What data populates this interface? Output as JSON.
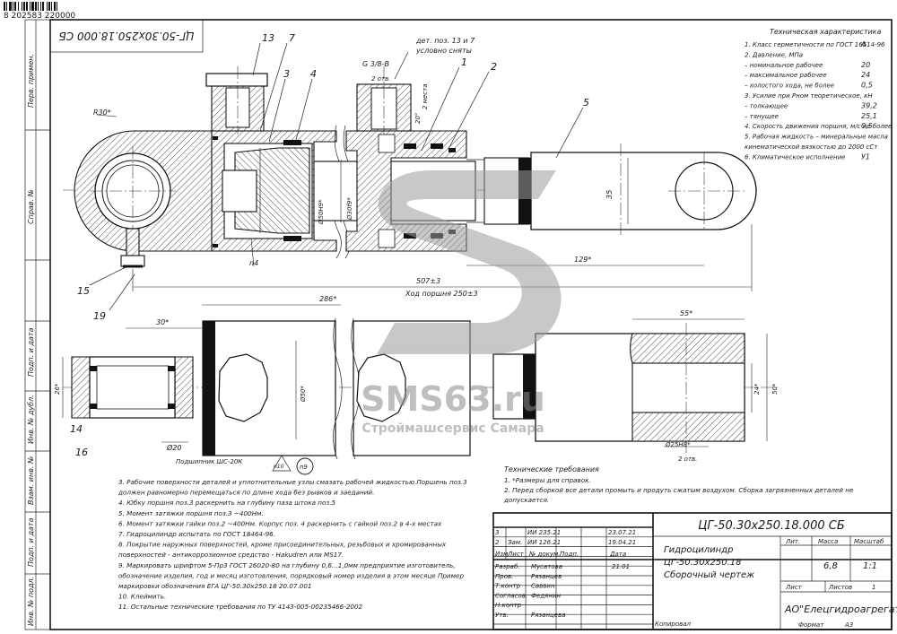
{
  "barcode_number": "8 202583 220000",
  "rotated_designation": "ЦГ-50.30х250.18.000 СБ",
  "left_strip": {
    "cells": [
      "Перв. примен.",
      "Справ. №",
      "Подп. и дата",
      "Инв. № дубл.",
      "Взам. инв. №",
      "Подп. и дата",
      "Инв. № подл."
    ]
  },
  "callouts": {
    "p13": "13",
    "p7": "7",
    "p3": "3",
    "p4": "4",
    "p1": "1",
    "p2": "2",
    "p5": "5",
    "p15": "15",
    "p19": "19",
    "p14": "14",
    "p16": "16",
    "det_note_1": "дет. поз. 13 и 7",
    "det_note_2": "условно сняты",
    "thread": "G 3/8-B",
    "holes": "2 отв.",
    "holes2": "2 отв.",
    "places": "2 места",
    "angle": "20°",
    "R30": "R30*",
    "n4": "n4",
    "d50": "Ø50H9*",
    "d30": "Ø30f9*",
    "d35": "35",
    "dim_129": "129*",
    "dim_507": "507±3",
    "stroke": "Ход поршня 250±3",
    "dim_286": "286*",
    "dim_30": "30*",
    "d50_side": "Ø50*",
    "dim_26": "26*",
    "d20": "Ø20",
    "bearing": "Подшипник ШС-20К",
    "n10": "n10",
    "n9": "n9",
    "dim_55": "55*",
    "dim_24": "24*",
    "dim_50b": "50*",
    "d25": "Ø25H8*",
    "dim_2otv": "2 отв."
  },
  "spec": {
    "title": "Техническая характеристика",
    "rows": [
      {
        "label": "1. Класс герметичности по ГОСТ 16514-96",
        "value": "А"
      },
      {
        "label": "2. Давление, МПа",
        "value": ""
      },
      {
        "label": "– номинальное рабочее",
        "value": "20"
      },
      {
        "label": "– максимальное рабочее",
        "value": "24"
      },
      {
        "label": "– холостого хода, не более",
        "value": "0,5"
      },
      {
        "label": "3. Усилие при Pном теоретическое, кН",
        "value": ""
      },
      {
        "label": "– толкающее",
        "value": "39,2"
      },
      {
        "label": "– тянущее",
        "value": "25,1"
      },
      {
        "label": "4. Скорость движения поршня, м/с не более",
        "value": "0,5"
      },
      {
        "label": "5. Рабочая жидкость – минеральные масла",
        "value": ""
      },
      {
        "label": "кинематической вязкостью до 2000 сСт",
        "value": ""
      },
      {
        "label": "6. Климатическое исполнение",
        "value": "У1"
      }
    ]
  },
  "notes_left": [
    "3. Рабочие поверхности деталей и уплотнительные узлы смазать рабочей жидкостью.Поршень поз.3",
    "должен равномерно перемещаться по длине хода без рывков и заеданий.",
    "4. Юбку поршня поз.3 раскернить на глубину паза штока поз.5",
    "5. Момент затяжки поршня поз.3 ~400Нм.",
    "6. Момент затяжки гайки поз.2 ~400Нм. Корпус поз. 4 раскернить с гайкой поз.2 в 4-х местах",
    "7. Гидроцилиндр испытать по ГОСТ 18464-96.",
    "8. Покрытие наружных поверхностей, кроме присоединительных, резьбовых и хромированных",
    "поверхностей - антикоррозионное средство - Hakudren или MS17.",
    "9. Маркировать шрифтом 5-Пр3 ГОСТ 26020-80 на глубину 0,6...1,0мм предприятие изготовитель,",
    "обозначение изделия, год и месяц изготовления, порядковый номер изделия в этом месяце Пример",
    "маркировки обозначения ЕГА ЦГ-50.30х250.18 20.07.001",
    "10. Клеймить.",
    "11. Остальные технические требования по ТУ 4143-005-00235466-2002"
  ],
  "notes_right": {
    "title": "Технические требования",
    "lines": [
      "1. *Размеры для справок.",
      "2. Перед сборкой все детали промыть и продуть сжатым воздухом. Сборка загрязненных деталей не",
      "допускается."
    ]
  },
  "title_block": {
    "designation": "ЦГ-50.30х250.18.000 СБ",
    "name1": "Гидроцилиндр",
    "name2": "ЦГ-50.30х250.18",
    "name3": "Сборочный чертеж",
    "lit_header": "Лит.",
    "mass_header": "Масса",
    "scale_header": "Масштаб",
    "mass": "6,8",
    "scale": "1:1",
    "sheet_label": "Лист",
    "sheets_label": "Листов",
    "sheets_value": "1",
    "company": "АО\"Елецгидроагрегат\"",
    "copied": "Копировал",
    "format_label": "Формат",
    "format_value": "А3",
    "rev_rows": [
      {
        "izm": "3",
        "list": "",
        "doc": "ИИ 235.21",
        "sign": "",
        "date": "23.07.21"
      },
      {
        "izm": "2",
        "list": "Зам.",
        "doc": "ИИ 126.21",
        "sign": "",
        "date": "19.04.21"
      }
    ],
    "header_cols": [
      "Изм",
      "Лист",
      "№ докум.",
      "Подп.",
      "Дата"
    ],
    "roles": [
      {
        "role": "Разраб.",
        "name": "Мусатова",
        "date": "21.01"
      },
      {
        "role": "Пров.",
        "name": "Рязанцев",
        "date": ""
      },
      {
        "role": "Т.контр",
        "name": "Саввин",
        "date": ""
      },
      {
        "role": "Согласов.",
        "name": "Федянин",
        "date": ""
      },
      {
        "role": "Н.контр",
        "name": "",
        "date": ""
      },
      {
        "role": "Утв.",
        "name": "Рязанцева",
        "date": ""
      }
    ]
  },
  "watermark": {
    "brand": "SMS63.ru",
    "sub": "Строймашсервис Самара"
  }
}
